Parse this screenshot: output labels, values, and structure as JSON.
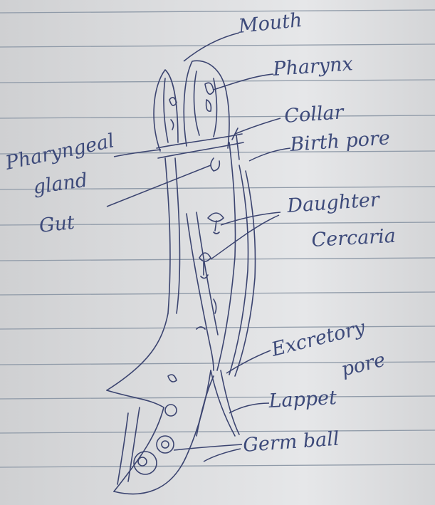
{
  "labels": {
    "mouth": "Mouth",
    "pharynx": "Pharynx",
    "collar": "Collar",
    "birth_pore": "Birth pore",
    "pharyngeal_gland_1": "Pharyngeal",
    "pharyngeal_gland_2": "gland",
    "gut": "Gut",
    "daughter_1": "Daughter",
    "daughter_2": "Cercaria",
    "excretory_1": "Excretory",
    "excretory_2": "pore",
    "lappet": "Lappet",
    "germ_ball": "Germ ball"
  },
  "colors": {
    "ink": "#3b4470",
    "paper": "#dedfe1",
    "rule": "#8f9aa8"
  }
}
